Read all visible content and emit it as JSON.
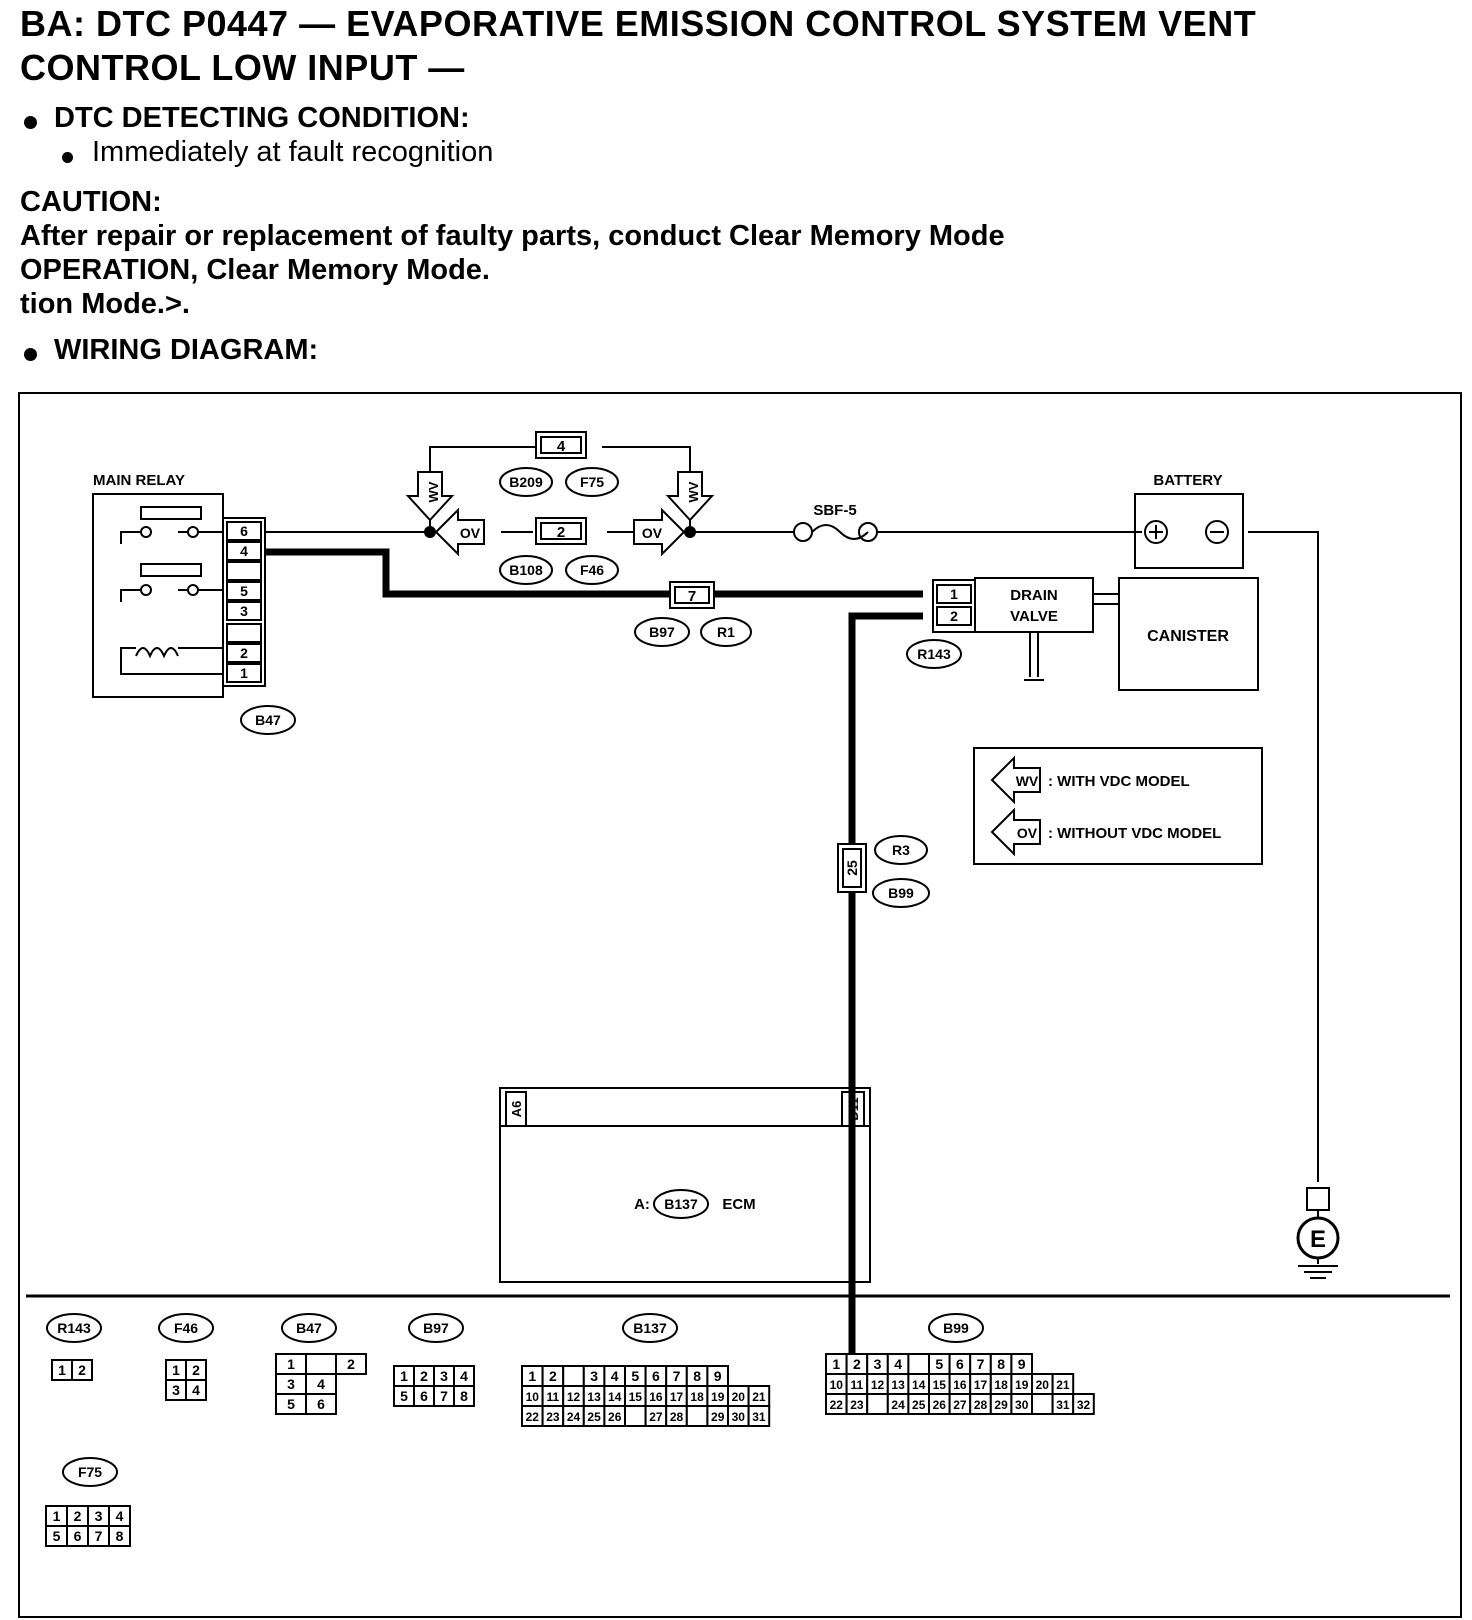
{
  "header": {
    "title_line1": "BA:  DTC P0447 — EVAPORATIVE EMISSION CONTROL SYSTEM VENT",
    "title_line2": "CONTROL LOW INPUT —",
    "detecting_label": "DTC DETECTING CONDITION:",
    "detecting_item": "Immediately at fault recognition",
    "caution_label": "CAUTION:",
    "caution_line1": "After  repair  or  replacement  of  faulty  parts,  conduct  Clear  Memory  Mode",
    "caution_line2": "OPERATION, Clear Memory Mode.",
    "caution_line3": "tion Mode.>.",
    "wiring_label": "WIRING DIAGRAM:"
  },
  "diagram": {
    "main_relay_label": "MAIN RELAY",
    "battery_label": "BATTERY",
    "fuse_label": "SBF-5",
    "drain_valve_label1": "DRAIN",
    "drain_valve_label2": "VALVE",
    "canister_label": "CANISTER",
    "ecm_prefix": "A:",
    "ecm_connector": "B137",
    "ecm_label": "ECM",
    "ecm_pin_left": "A6",
    "ecm_pin_right": "D11",
    "ground_label": "E",
    "relay_pins": [
      "6",
      "4",
      "",
      "5",
      "3",
      "",
      "2",
      "1"
    ],
    "relay_connector": "B47",
    "top_joint_pin": "4",
    "top_joint_connectors": [
      "B209",
      "F75"
    ],
    "mid_joint_pin": "2",
    "mid_joint_connectors": [
      "B108",
      "F46"
    ],
    "joint7_pin": "7",
    "joint7_connectors": [
      "B97",
      "R1"
    ],
    "drain_pins": [
      "1",
      "2"
    ],
    "drain_connector": "R143",
    "joint25_pin": "25",
    "joint25_connectors": [
      "R3",
      "B99"
    ],
    "wv_tag": "WV",
    "ov_tag": "OV",
    "legend": [
      {
        "tag": "WV",
        "text": ": WITH VDC MODEL"
      },
      {
        "tag": "OV",
        "text": ": WITHOUT VDC MODEL"
      }
    ]
  },
  "connectors": {
    "R143": {
      "label": "R143",
      "rows": [
        [
          "1",
          "2"
        ]
      ]
    },
    "F46": {
      "label": "F46",
      "rows": [
        [
          "1",
          "2"
        ],
        [
          "3",
          "4"
        ]
      ]
    },
    "B47": {
      "label": "B47",
      "rows": [
        [
          "1",
          "",
          "2"
        ],
        [
          "3",
          "4"
        ],
        [
          "5",
          "6"
        ]
      ]
    },
    "B97": {
      "label": "B97",
      "rows": [
        [
          "1",
          "2",
          "3",
          "4"
        ],
        [
          "5",
          "6",
          "7",
          "8"
        ]
      ]
    },
    "B137": {
      "label": "B137",
      "rows": [
        [
          "1",
          "2",
          "",
          "3",
          "4",
          "5",
          "6",
          "7",
          "8",
          "9"
        ],
        [
          "10",
          "11",
          "12",
          "13",
          "14",
          "15",
          "16",
          "17",
          "18",
          "19",
          "20",
          "21"
        ],
        [
          "22",
          "23",
          "24",
          "25",
          "26",
          "",
          "27",
          "28",
          "",
          "29",
          "30",
          "31"
        ]
      ]
    },
    "B99": {
      "label": "B99",
      "rows": [
        [
          "1",
          "2",
          "3",
          "4",
          "",
          "5",
          "6",
          "7",
          "8",
          "9"
        ],
        [
          "10",
          "11",
          "12",
          "13",
          "14",
          "15",
          "16",
          "17",
          "18",
          "19",
          "20",
          "21"
        ],
        [
          "22",
          "23",
          "",
          "24",
          "25",
          "26",
          "27",
          "28",
          "29",
          "30",
          "",
          "31",
          "32"
        ]
      ]
    },
    "F75": {
      "label": "F75",
      "rows": [
        [
          "1",
          "2",
          "3",
          "4"
        ],
        [
          "5",
          "6",
          "7",
          "8"
        ]
      ]
    }
  }
}
